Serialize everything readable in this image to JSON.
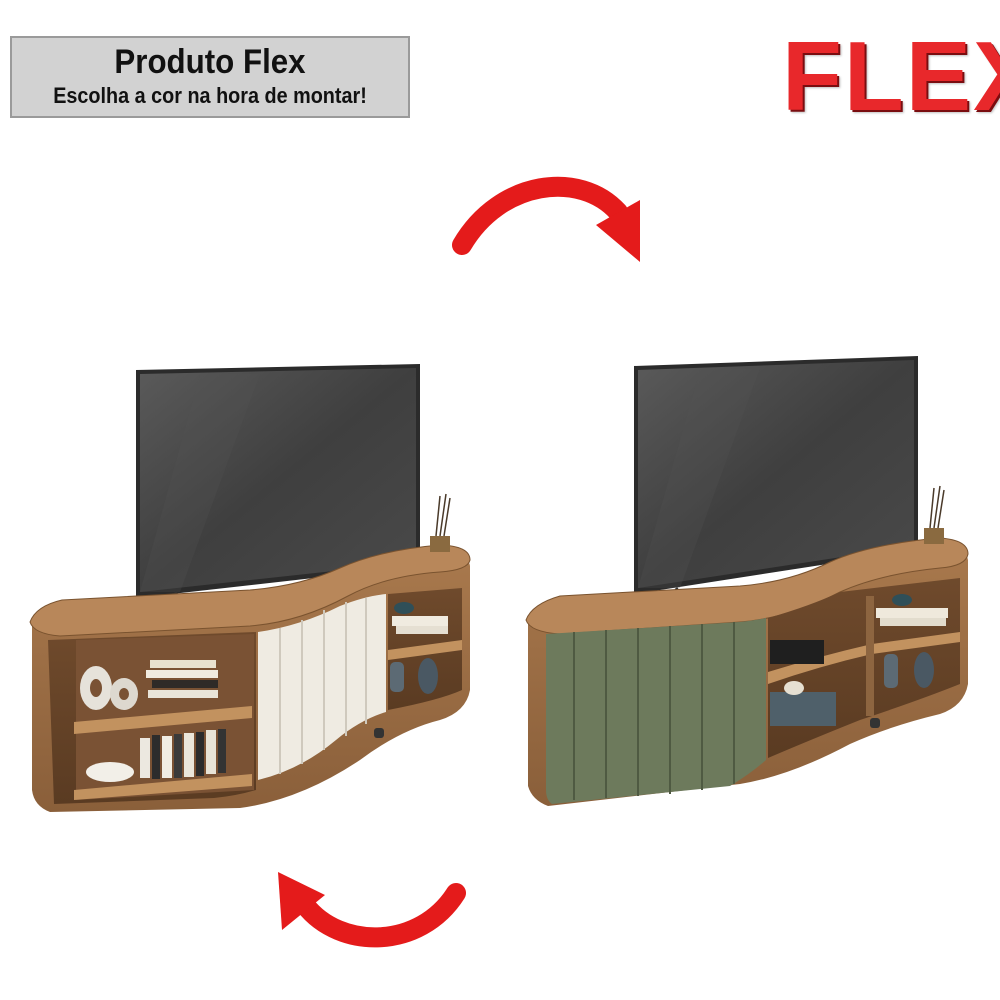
{
  "banner": {
    "title": "Produto Flex",
    "subtitle": "Escolha a cor na hora de montar!"
  },
  "brand": {
    "logo_text": "FLEX"
  },
  "arrows": {
    "color": "#e41b1b"
  },
  "products": [
    {
      "variant": "left",
      "door_color": "#efebe2"
    },
    {
      "variant": "right",
      "door_color": "#6d7a5c"
    }
  ],
  "wood_color": "#9a6d44"
}
